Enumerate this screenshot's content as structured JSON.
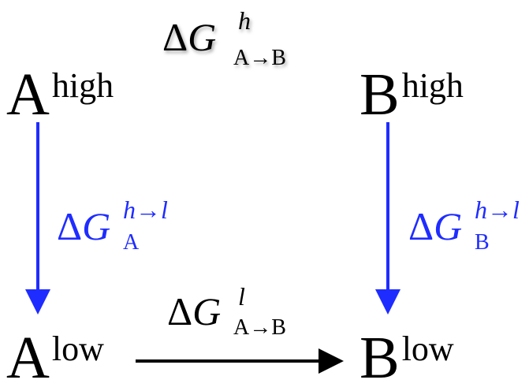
{
  "nodes": {
    "a_high": {
      "base": "A",
      "sup": "high"
    },
    "b_high": {
      "base": "B",
      "sup": "high"
    },
    "a_low": {
      "base": "A",
      "sup": "low"
    },
    "b_low": {
      "base": "B",
      "sup": "low"
    }
  },
  "edges": {
    "top": {
      "delta": "Δ",
      "symbol": "G",
      "sup": "h",
      "sub": "A→B"
    },
    "left": {
      "delta": "Δ",
      "symbol": "G",
      "sup": "h→l",
      "sub": "A"
    },
    "right": {
      "delta": "Δ",
      "symbol": "G",
      "sup": "h→l",
      "sub": "B"
    },
    "bottom": {
      "delta": "Δ",
      "symbol": "G",
      "sup": "l",
      "sub": "A→B"
    }
  },
  "colors": {
    "vertical_arrows": "#1f2cff",
    "horizontal_arrows": "#000000"
  }
}
